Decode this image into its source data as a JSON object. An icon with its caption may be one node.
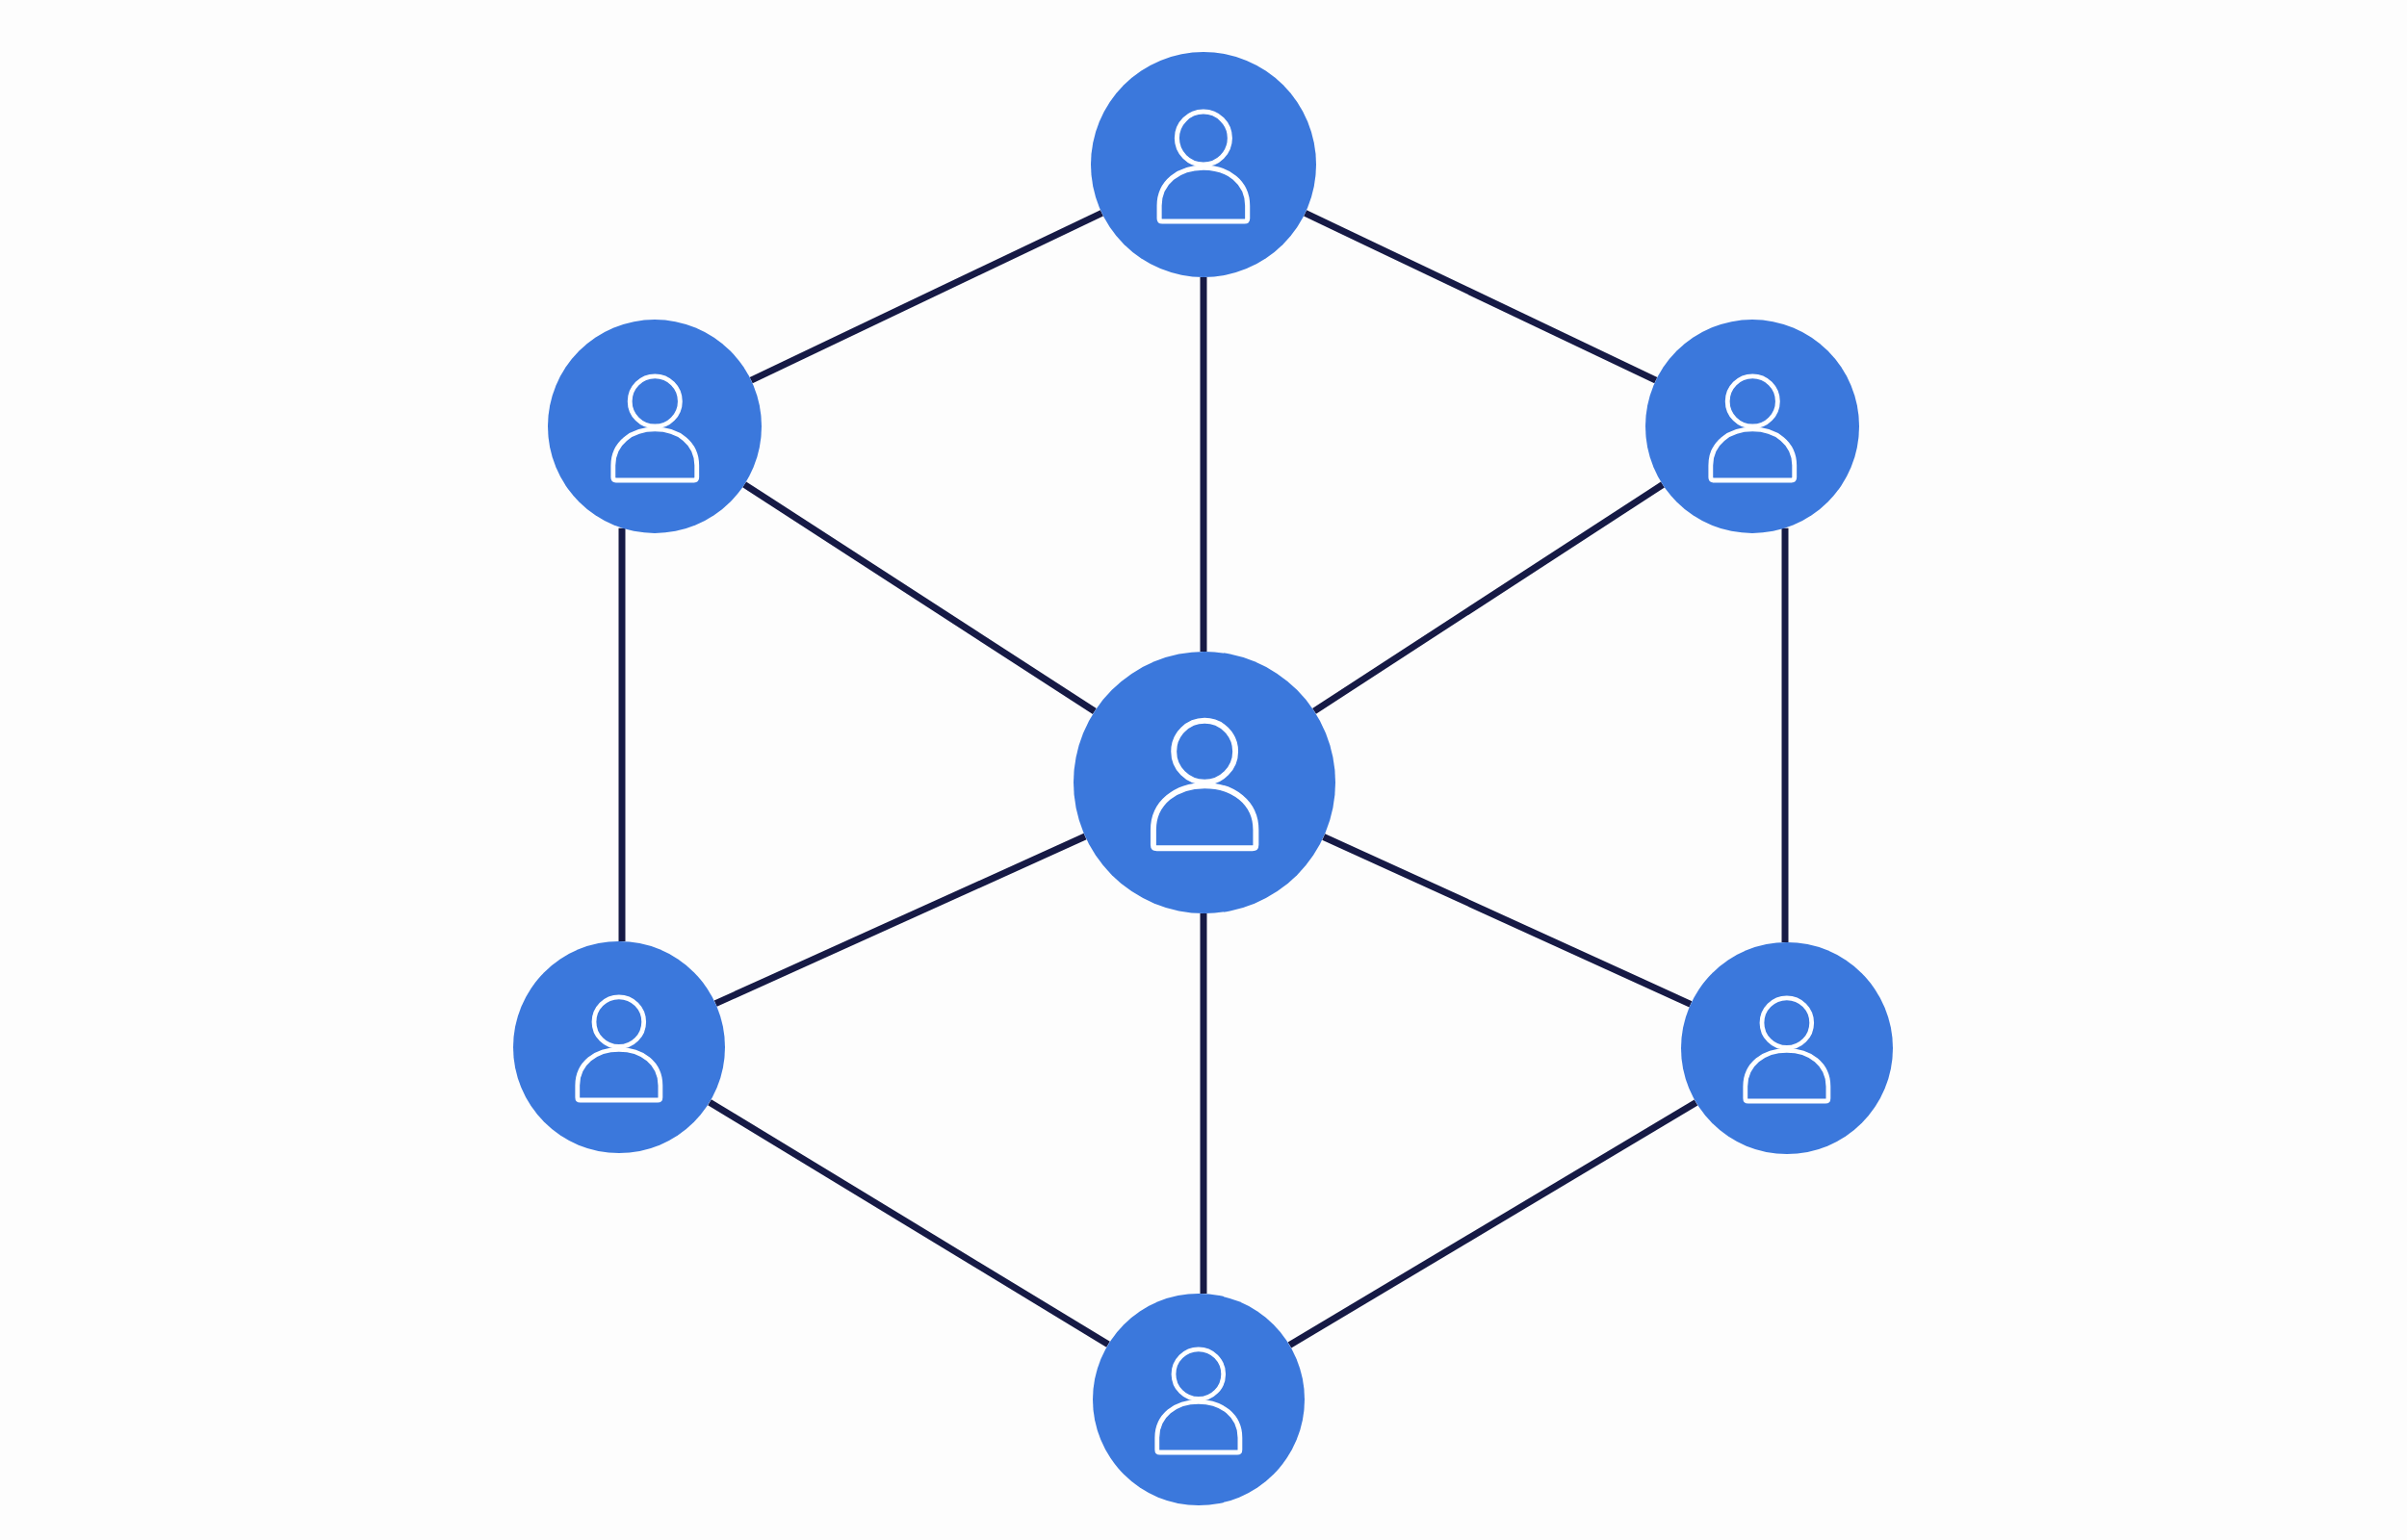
{
  "diagram": {
    "nodes": [
      {
        "text": [],
        "shape": "person"
      },
      {
        "text": [],
        "shape": "person"
      },
      {
        "text": [],
        "shape": "person"
      },
      {
        "text": [],
        "shape": "person"
      },
      {
        "text": [],
        "shape": "person"
      },
      {
        "text": [],
        "shape": "person"
      },
      {
        "text": [],
        "shape": "person"
      }
    ],
    "edges": [
      {
        "from": 0,
        "to": 1,
        "arrow": "none"
      },
      {
        "from": 0,
        "to": 2,
        "arrow": "none"
      },
      {
        "from": 0,
        "to": 3,
        "arrow": "none"
      },
      {
        "from": 1,
        "to": 3,
        "arrow": "none"
      },
      {
        "from": 2,
        "to": 3,
        "arrow": "none"
      },
      {
        "from": 1,
        "to": 4,
        "arrow": "none"
      },
      {
        "from": 2,
        "to": 5,
        "arrow": "none"
      },
      {
        "from": 3,
        "to": 4,
        "arrow": "none"
      },
      {
        "from": 3,
        "to": 5,
        "arrow": "none"
      },
      {
        "from": 3,
        "to": 6,
        "arrow": "none"
      },
      {
        "from": 4,
        "to": 6,
        "arrow": "none"
      },
      {
        "from": 5,
        "to": 6,
        "arrow": "none"
      }
    ]
  }
}
